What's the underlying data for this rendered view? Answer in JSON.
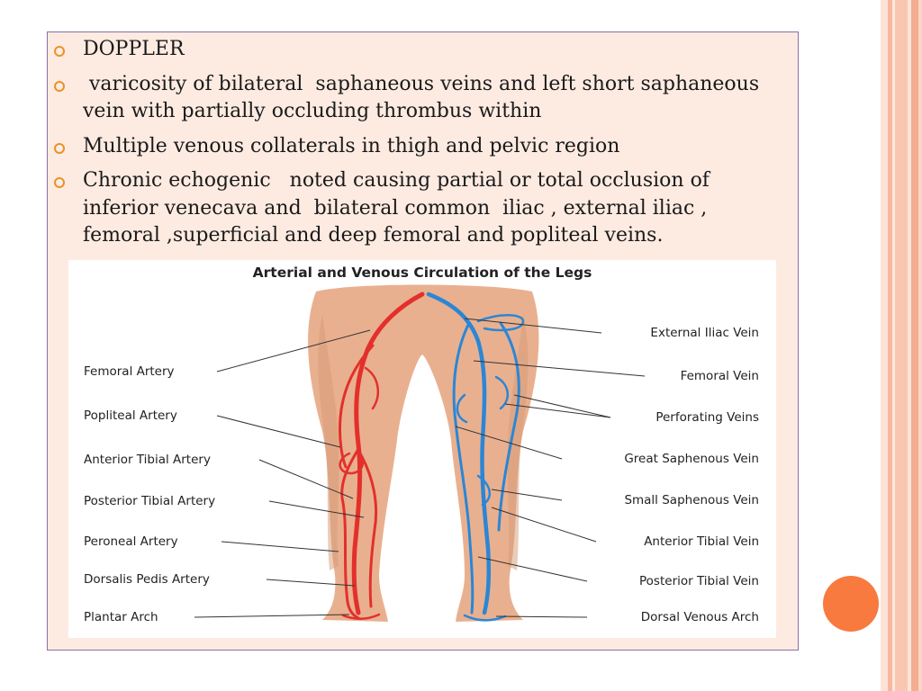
{
  "slide": {
    "bullets": [
      "DOPPLER",
      " varicosity of bilateral  saphaneous veins and left short saphaneous vein with partially occluding thrombus within",
      "Multiple venous collaterals in thigh and pelvic region",
      "Chronic echogenic   noted causing partial or total occlusion of inferior venecava and  bilateral common  iliac , external iliac , femoral ,superficial and deep femoral and popliteal veins."
    ]
  },
  "diagram": {
    "title": "Arterial and Venous Circulation of the Legs",
    "left_labels": [
      "Femoral Artery",
      "Popliteal Artery",
      "Anterior Tibial Artery",
      "Posterior Tibial Artery",
      "Peroneal Artery",
      "Dorsalis Pedis Artery",
      "Plantar Arch"
    ],
    "right_labels": [
      "External Iliac Vein",
      "Femoral Vein",
      "Perforating Veins",
      "Great Saphenous Vein",
      "Small Saphenous Vein",
      "Anterior Tibial Vein",
      "Posterior Tibial Vein",
      "Dorsal Venous Arch"
    ],
    "colors": {
      "artery": "#e3302c",
      "vein": "#2b86d6",
      "skin": "#e9b08f",
      "accent": "#f87a3e"
    }
  }
}
